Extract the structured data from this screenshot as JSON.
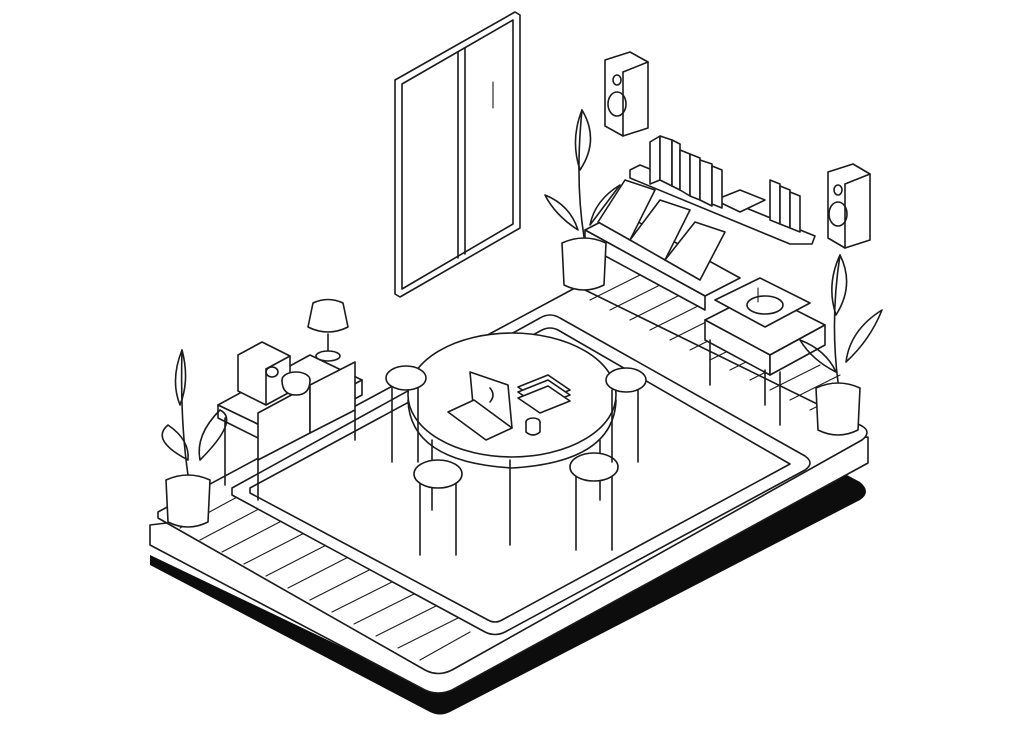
{
  "scene": {
    "style": "isometric line illustration",
    "colors": {
      "background": "#ffffff",
      "line": "#1a1a1a",
      "shadow": "#0d0d0d"
    },
    "objects": [
      "wooden-deck-platform",
      "rug",
      "round-table",
      "bar-stools",
      "laptop",
      "book-stack",
      "mug",
      "window",
      "wall-shelf-with-books",
      "speakers",
      "vinyl-record-bins",
      "record-player-on-console",
      "sideboard-with-lamp-and-coffee-maker",
      "potted-plants"
    ]
  }
}
